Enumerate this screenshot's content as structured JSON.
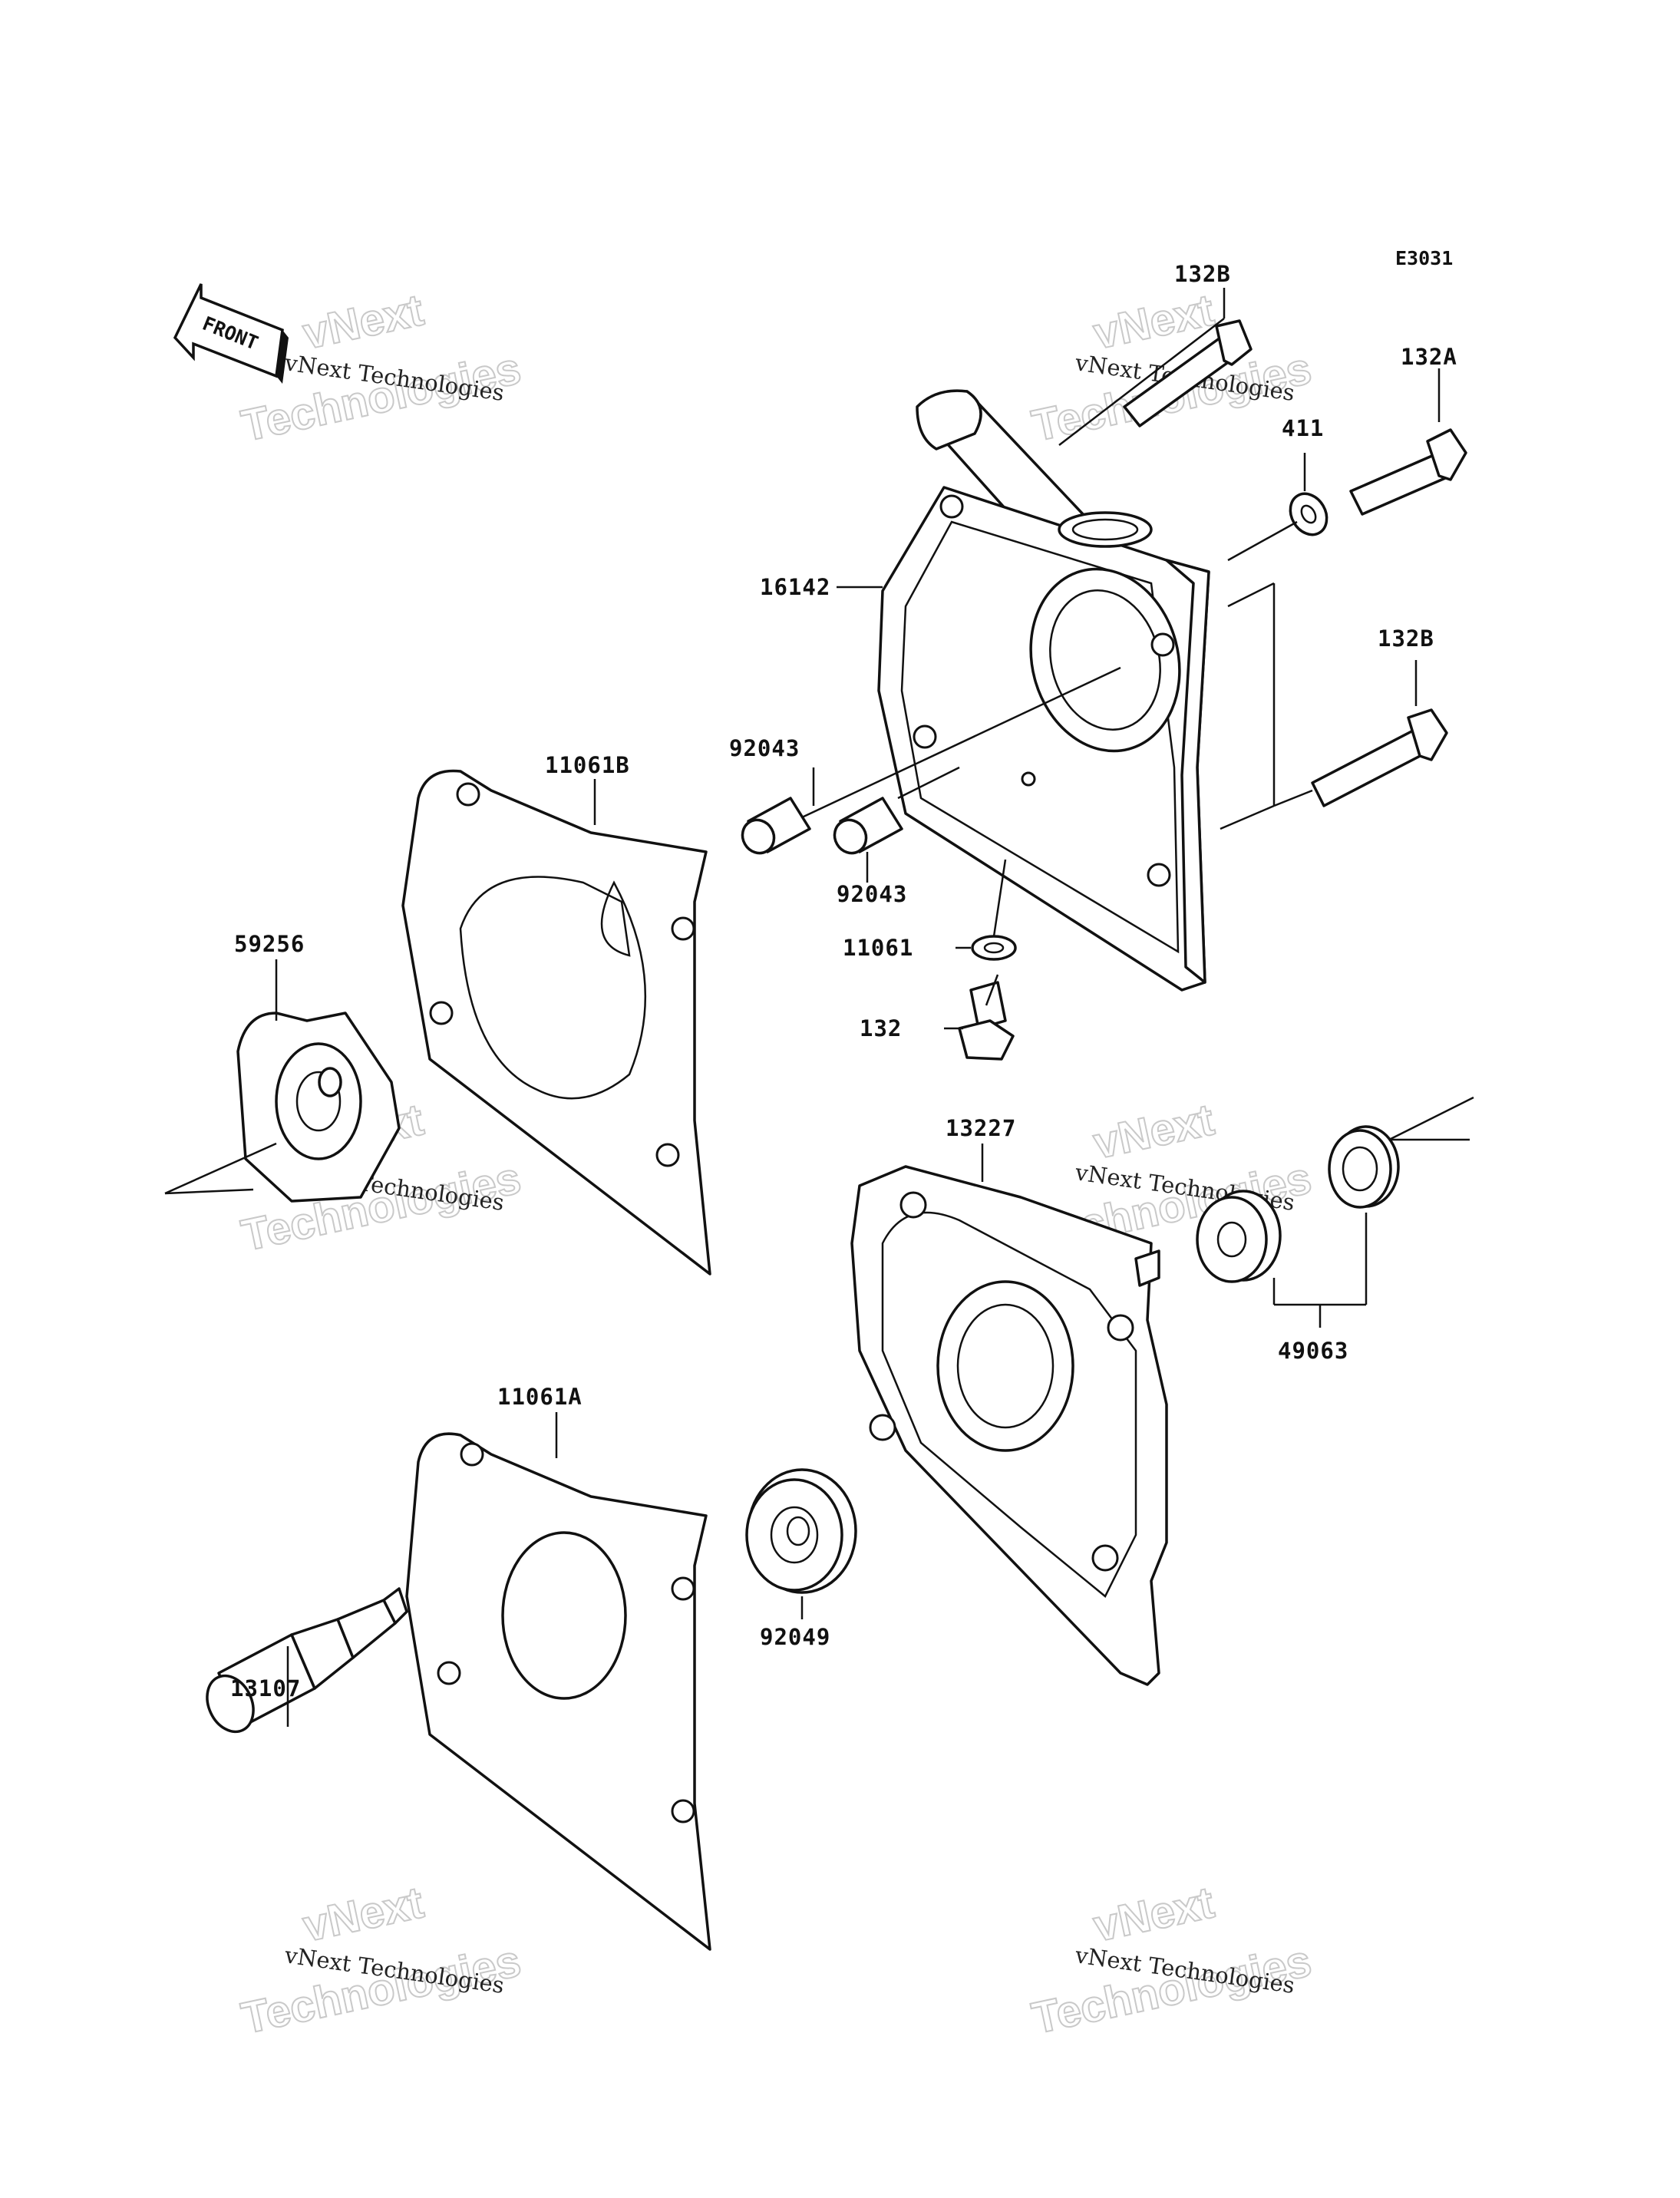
{
  "diagram_code": "E3031",
  "front_label": "FRONT",
  "watermark": {
    "line1": "vNext Technologies",
    "line2": "vNext",
    "line3": "Technologies"
  },
  "parts": {
    "p132b_top": "132B",
    "p132a": "132A",
    "p411": "411",
    "p16142": "16142",
    "p132b_mid": "132B",
    "p92043_a": "92043",
    "p92043_b": "92043",
    "p11061b": "11061B",
    "p11061": "11061",
    "p132": "132",
    "p59256": "59256",
    "p13227": "13227",
    "p49063": "49063",
    "p11061a": "11061A",
    "p92049": "92049",
    "p13107": "13107"
  }
}
